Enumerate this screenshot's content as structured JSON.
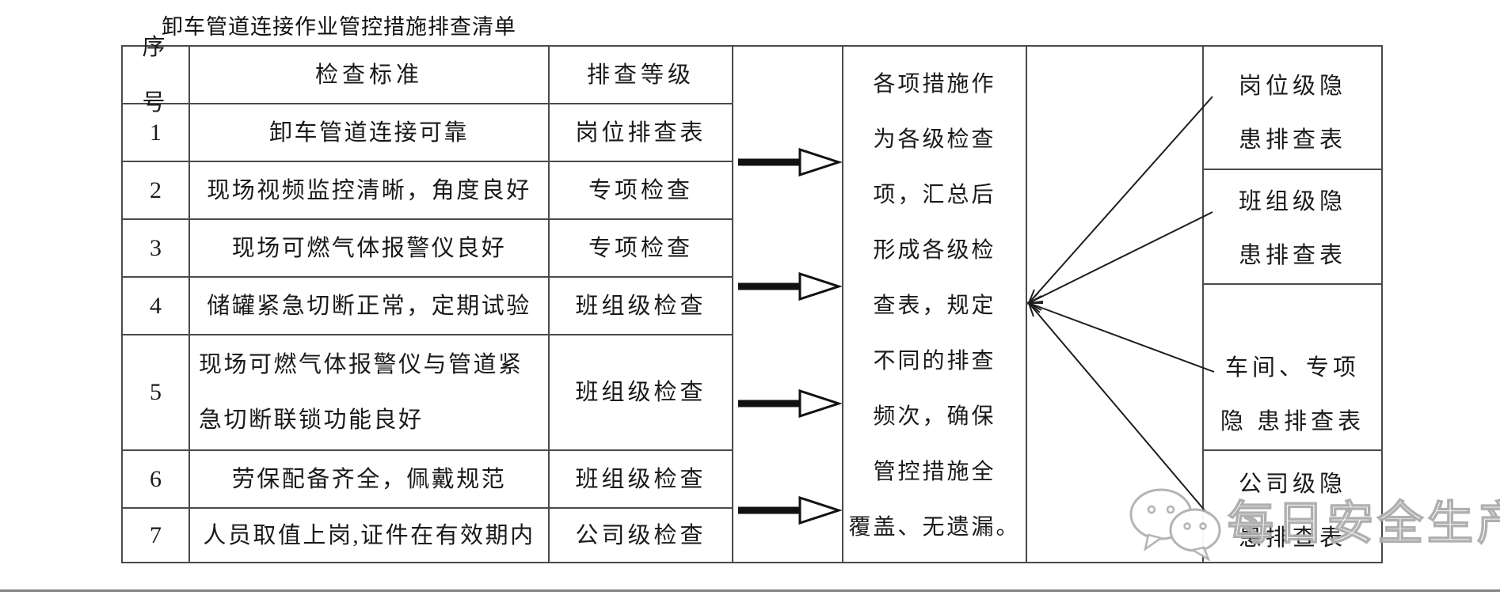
{
  "title": "卸车管道连接作业管控措施排查清单",
  "table": {
    "headers": [
      "序号",
      "检查标准",
      "排查等级"
    ],
    "rows": [
      {
        "num": "1",
        "standard": "卸车管道连接可靠",
        "level": "岗位排查表"
      },
      {
        "num": "2",
        "standard": "现场视频监控清晰，角度良好",
        "level": "专项检查"
      },
      {
        "num": "3",
        "standard": "现场可燃气体报警仪良好",
        "level": "专项检查"
      },
      {
        "num": "4",
        "standard": "储罐紧急切断正常，定期试验",
        "level": "班组级检查"
      },
      {
        "num": "5",
        "standard": "现场可燃气体报警仪与管道紧\n急切断联锁功能良好",
        "level": "班组级检查"
      },
      {
        "num": "6",
        "standard": "劳保配备齐全，佩戴规范",
        "level": "班组级检查"
      },
      {
        "num": "7",
        "standard": "人员取值上岗,证件在有效期内",
        "level": "公司级检查"
      }
    ]
  },
  "summary": {
    "text": "各项措施作\n为各级检查\n项，汇总后\n形成各级检\n查表，规定\n不同的排查\n频次，确保\n管控措施全\n覆盖、无遗漏。",
    "full_text": "各项措施作为各级检查项，汇总后形成各级检查表，规定不同的排查频次，确保管控措施全覆盖、无遗漏。"
  },
  "boxes": [
    {
      "text": "岗位级隐\n患排查表"
    },
    {
      "text": "班组级隐\n患排查表"
    },
    {
      "text": "车间、专项\n隐  患排查表"
    },
    {
      "text": "公司级隐\n患排查表"
    }
  ],
  "watermark": {
    "text": "每日安全生产",
    "icon": "wechat-icon"
  },
  "colors": {
    "border": "#4a4a4a",
    "text": "#1a1a1a",
    "watermark_gray": "#ababab"
  }
}
